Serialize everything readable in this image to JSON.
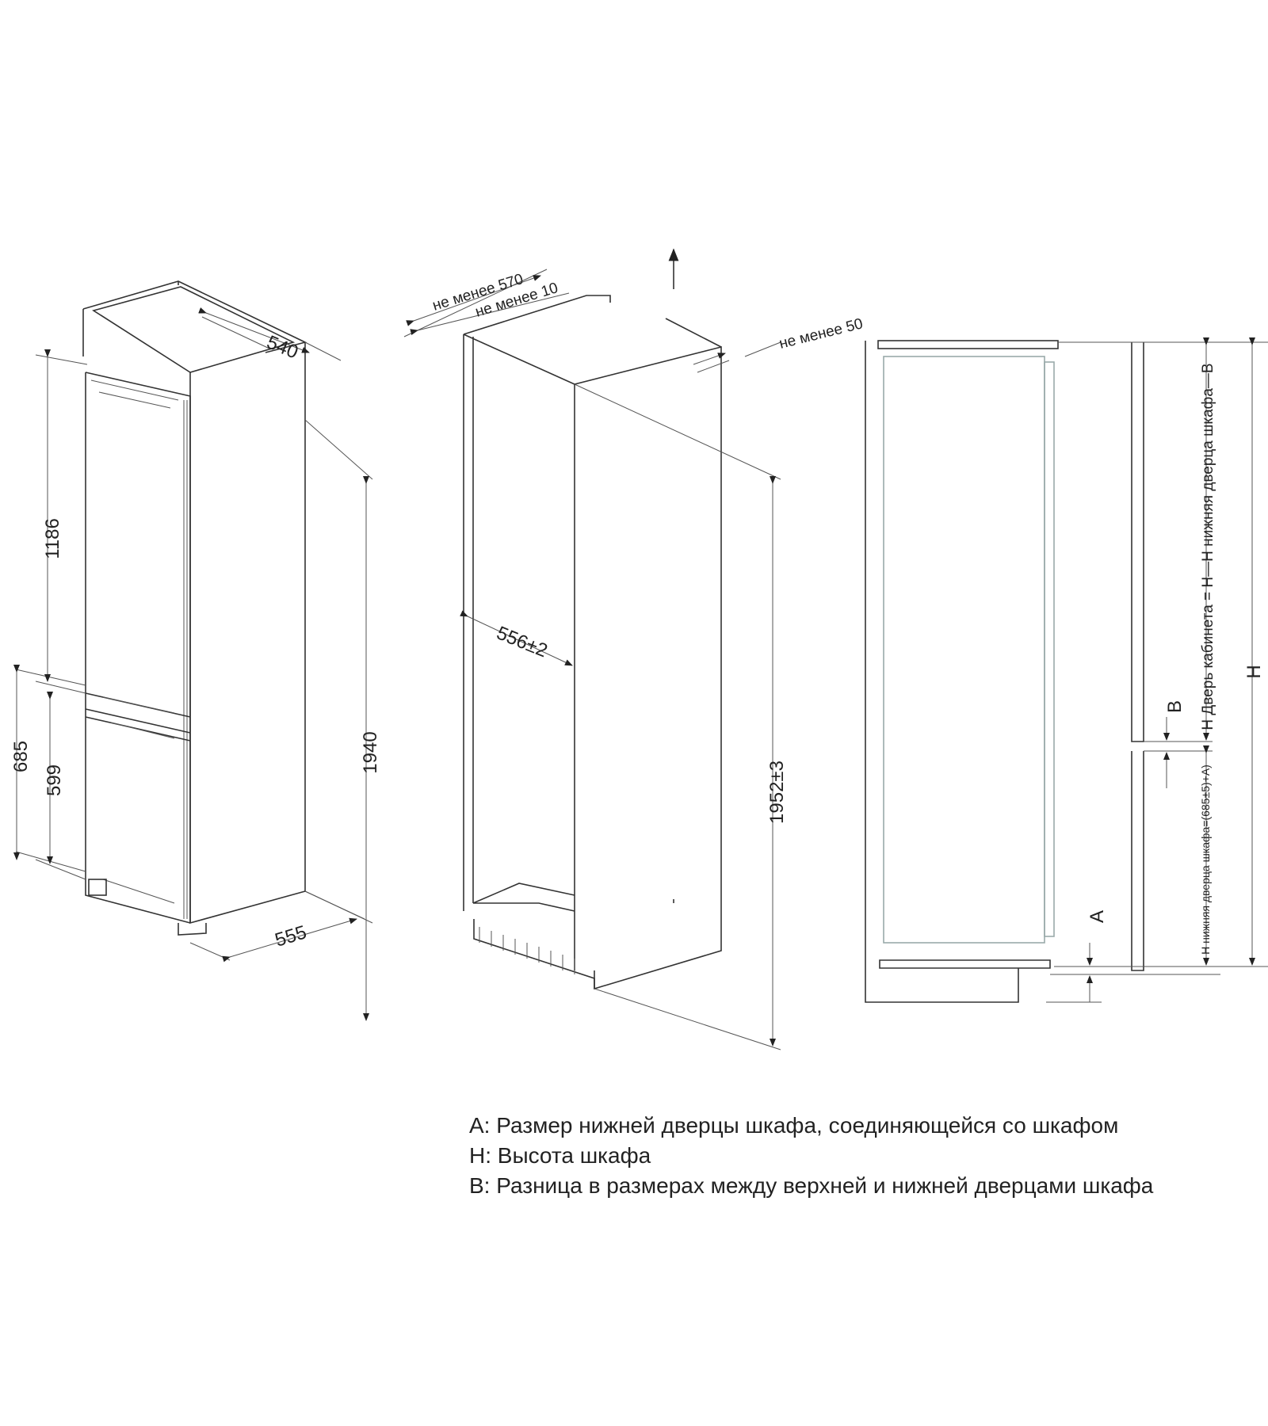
{
  "fridge": {
    "depth": "540",
    "upper_height": "1186",
    "lower_total": "685",
    "lower_door": "599",
    "total_height": "1940",
    "width": "555"
  },
  "cabinet": {
    "min_depth": "не менее 570",
    "min_gap_top": "не менее 10",
    "min_vent": "не менее 50",
    "width": "556±2",
    "height": "1952±3"
  },
  "side_view": {
    "upper_door_formula": "H Дверь кабинета = H—H нижняя дверца шкафа—B",
    "lower_door_formula": "H нижняя дверца шкафа=(685±5)+A)",
    "label_h": "H",
    "label_b": "B",
    "label_a": "A"
  },
  "legend": [
    "A: Размер нижней дверцы шкафа, соединяющейся со шкафом",
    "H: Высота шкафа",
    "B: Разница в размерах между верхней и нижней дверцами шкафа"
  ]
}
